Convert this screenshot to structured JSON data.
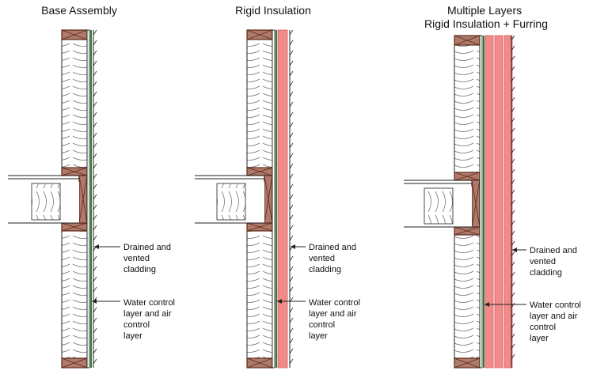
{
  "panels": [
    {
      "title_lines": [
        "Base Assembly"
      ],
      "labels": {
        "cladding": [
          "Drained and",
          "vented",
          "cladding"
        ],
        "control": [
          "Water control",
          "layer and air",
          "control",
          "layer"
        ]
      }
    },
    {
      "title_lines": [
        "Rigid Insulation"
      ],
      "labels": {
        "cladding": [
          "Drained and",
          "vented",
          "cladding"
        ],
        "control": [
          "Water control",
          "layer and air",
          "control",
          "layer"
        ]
      }
    },
    {
      "title_lines": [
        "Multiple Layers",
        "Rigid Insulation + Furring"
      ],
      "labels": {
        "cladding": [
          "Drained and",
          "vented",
          "cladding"
        ],
        "control": [
          "Water control",
          "layer and air",
          "control",
          "layer"
        ]
      }
    }
  ],
  "colors": {
    "stud_fill": "#ffffff",
    "wood_fill": "#b07a6a",
    "wood_stroke": "#5a2a1a",
    "air_barrier": "#2f7d32",
    "rigid_insulation": "#f28a8a",
    "rigid_insulation_stroke": "#d65a5a",
    "line": "#222222"
  }
}
